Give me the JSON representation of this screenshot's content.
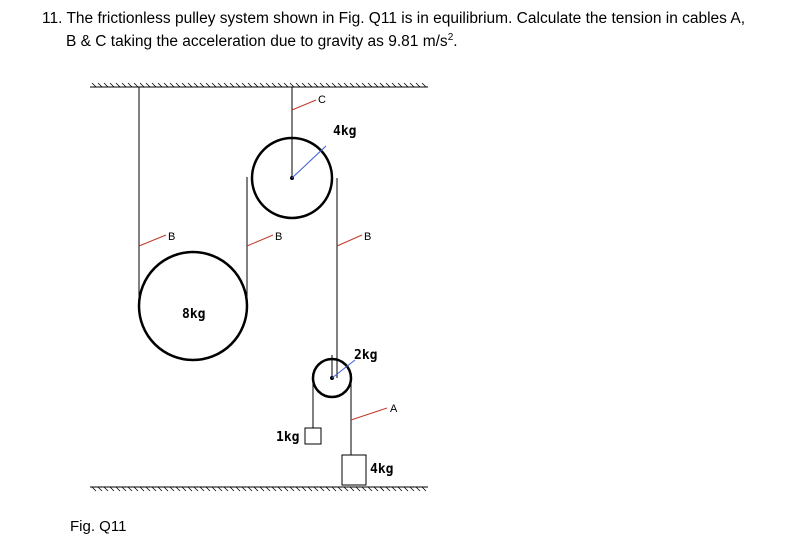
{
  "question": {
    "number": "11.",
    "line1": "The frictionless pulley system shown in Fig. Q11 is in equilibrium.  Calculate the tension in cables A,",
    "line2_pre": "B & C taking the acceleration due to gravity as 9.81 m/s",
    "line2_sup": "2",
    "line2_post": "."
  },
  "figure": {
    "caption": "Fig. Q11",
    "labels": {
      "c": "C",
      "b1": "B",
      "b2": "B",
      "b3": "B",
      "a": "A",
      "m_top_pulley": "4kg",
      "m_big_pulley": "8kg",
      "m_small_pulley": "2kg",
      "m_small_block": "1kg",
      "m_block": "4kg"
    }
  }
}
